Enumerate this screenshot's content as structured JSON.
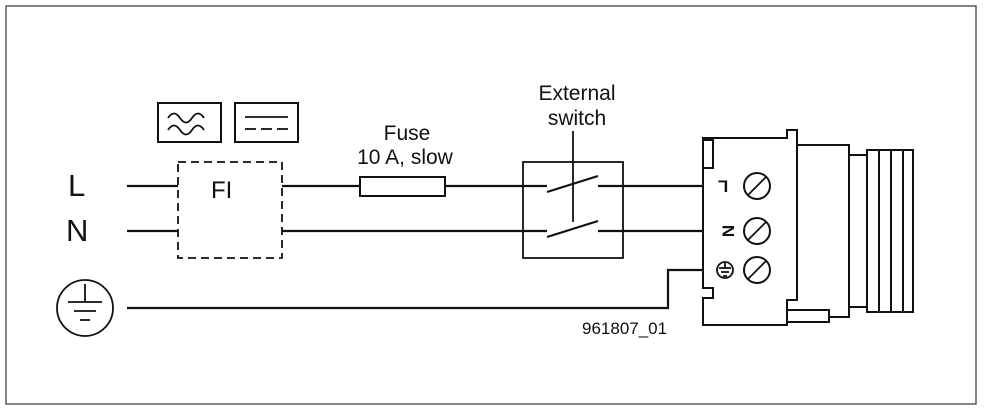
{
  "labels": {
    "line": "L",
    "neutral": "N",
    "rcd": "FI",
    "fuse_title": "Fuse",
    "fuse_rating": "10 A, slow",
    "switch_title_1": "External",
    "switch_title_2": "switch",
    "terminal_l": "L",
    "terminal_n": "N",
    "drawing_id": "961807_01"
  },
  "icons": {
    "rcd_ac_type": "ac-wave-icon",
    "rcd_dc_type": "dc-icon",
    "ground": "protective-earth-icon",
    "terminal_ground": "earth-terminal-icon",
    "screw": "screw-terminal-icon"
  },
  "colors": {
    "line": "#111111",
    "background": "#ffffff"
  }
}
